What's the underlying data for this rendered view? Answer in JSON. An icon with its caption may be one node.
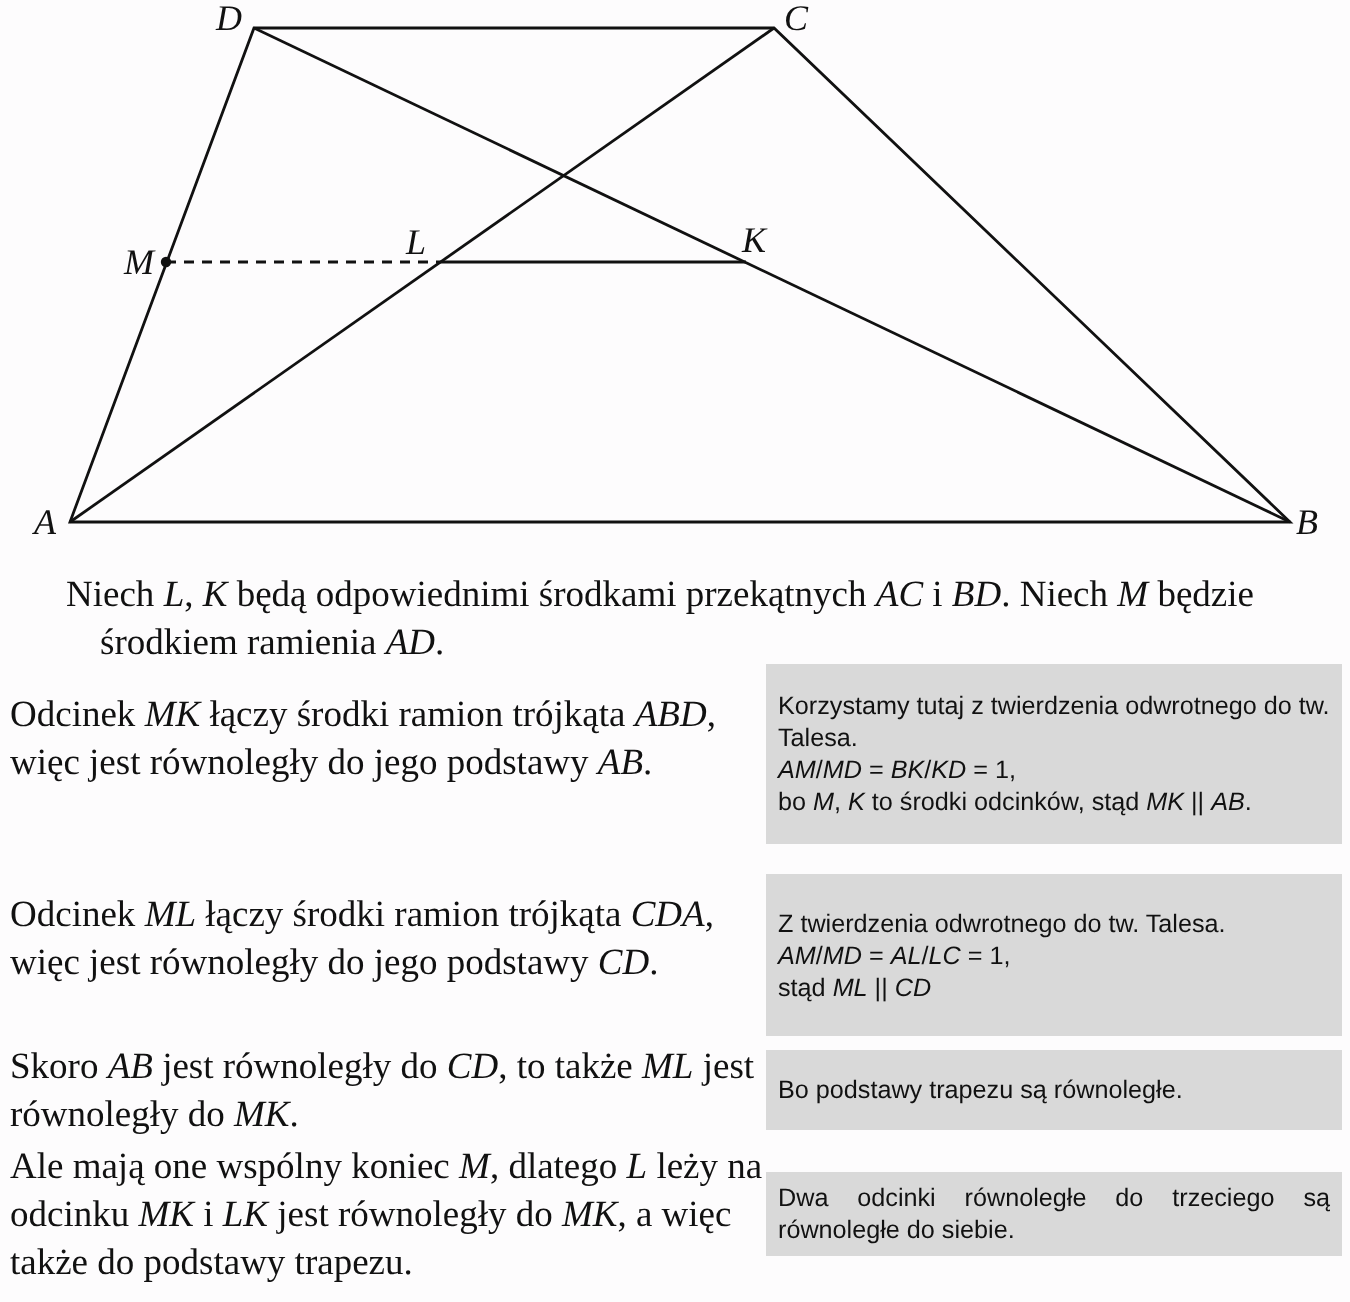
{
  "diagram": {
    "nodes": [
      {
        "text": [
          "Korzystamy tutaj z twierdzenia odwrotnego do tw. Talesa.",
          "*AM*/*MD* = *BK*/*KD* = 1,",
          "bo *M*, *K* to środki odcinków, stąd *MK* || *AB*."
        ]
      },
      {
        "text": [
          "Z twierdzenia odwrotnego do tw. Talesa.",
          "*AM*/*MD* = *AL*/*LC* = 1,",
          "stąd *ML* || *CD*"
        ]
      },
      {
        "text": [
          "Bo podstawy trapezu są równoległe."
        ]
      },
      {
        "text": [
          "Dwa odcinki równoległe do trzeciego są równoległe do siebie."
        ]
      }
    ],
    "labels": [
      "D",
      "C",
      "M",
      "L",
      "K",
      "A",
      "B",
      "Niech *L*, *K* będą odpowiednimi środkami przekątnych *AC* i *BD*. Niech *M* będzie środkiem ramienia *AD*.",
      "Odcinek *MK* łączy środki ramion trójkąta *ABD*, więc jest równoległy do jego podstawy *AB*.",
      "Odcinek *ML* łączy środki ramion trójkąta *CDA*, więc jest równoległy do jego podstawy *CD*.",
      "Skoro *AB* jest równoległy do *CD*, to także *ML* jest równoległy do *MK*.",
      "Ale mają one wspólny koniec *M*, dlatego *L* leży na odcinku *MK* i *LK* jest równoległy do *MK*, a więc także do podstawy trapezu."
    ]
  }
}
